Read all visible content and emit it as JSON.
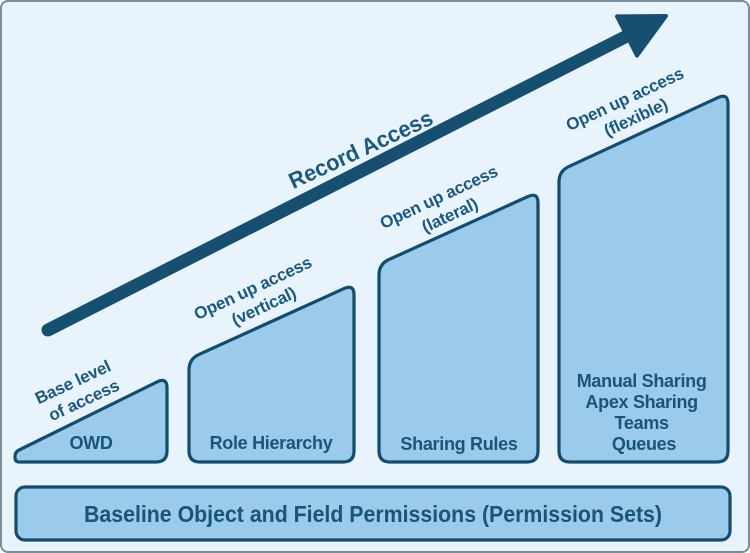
{
  "colors": {
    "background": "#e9f3fb",
    "frame-border": "#7b8c9b",
    "shape-fill": "#9acbeb",
    "shape-stroke": "#124d6f",
    "arrow": "#174f70",
    "text-dark": "#185578",
    "annotation-text": "#1a5a80"
  },
  "arrow": {
    "label": "Record Access"
  },
  "steps": [
    {
      "label": "OWD",
      "annotation": {
        "line1": "Base level",
        "line2": "of access"
      }
    },
    {
      "label": "Role Hierarchy",
      "annotation": {
        "line1": "Open up access",
        "line2": "(vertical)"
      }
    },
    {
      "label": "Sharing Rules",
      "annotation": {
        "line1": "Open up access",
        "line2": "(lateral)"
      }
    },
    {
      "labels": {
        "line1": "Manual Sharing",
        "line2": "Apex Sharing",
        "line3": "Teams",
        "line4": "Queues"
      },
      "annotation": {
        "line1": "Open up access",
        "line2": "(flexible)"
      }
    }
  ],
  "baseline_bar": {
    "label": "Baseline Object and Field Permissions (Permission Sets)"
  }
}
